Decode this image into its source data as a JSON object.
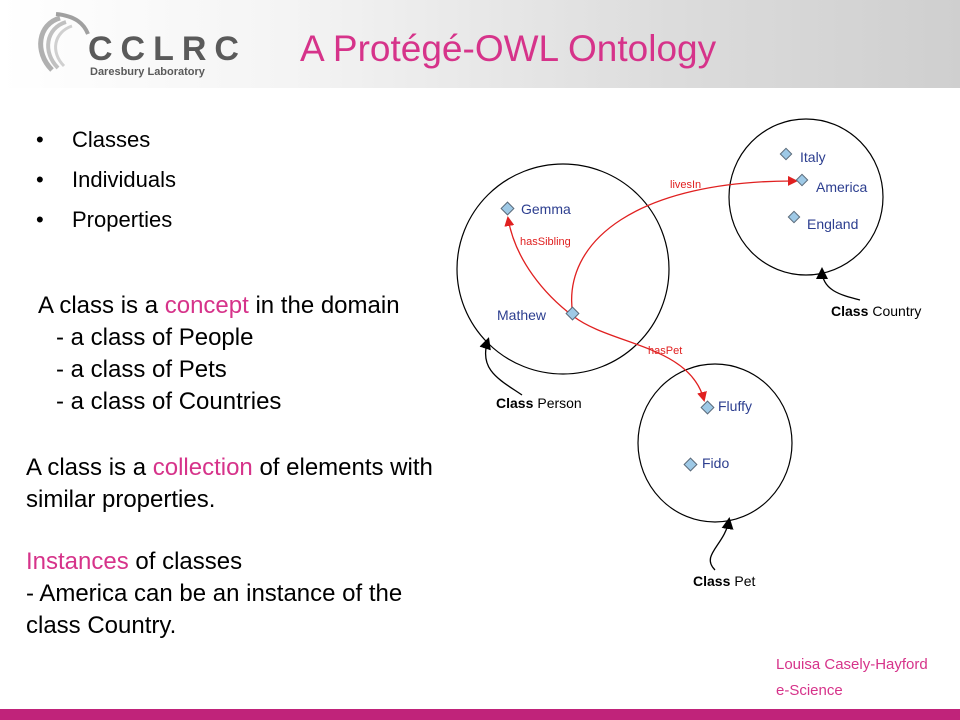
{
  "header": {
    "logo_name": "CCLRC",
    "logo_sub": "Daresbury Laboratory",
    "title": "A Protégé-OWL Ontology"
  },
  "bullets": [
    "Classes",
    "Individuals",
    "Properties"
  ],
  "concept_block": {
    "intro_before": "A class is a ",
    "intro_highlight": "concept",
    "intro_after": " in the domain",
    "items": [
      "- a class of People",
      "- a class of Pets",
      "- a class of Countries"
    ]
  },
  "collection_block": {
    "before": "A class is a ",
    "highlight": "collection",
    "after": " of elements with",
    "line2": "similar properties."
  },
  "instances_block": {
    "highlight": "Instances",
    "after": " of classes",
    "line2": "- America can be an instance of the",
    "line3": "class Country."
  },
  "diagram": {
    "individuals": {
      "gemma": "Gemma",
      "mathew": "Mathew",
      "italy": "Italy",
      "america": "America",
      "england": "England",
      "fluffy": "Fluffy",
      "fido": "Fido"
    },
    "properties": {
      "has_sibling": "hasSibling",
      "lives_in": "livesIn",
      "has_pet": "hasPet"
    },
    "class_word": "Class",
    "classes": {
      "person": "Person",
      "country": "Country",
      "pet": "Pet"
    }
  },
  "footer": {
    "author": "Louisa Casely-Hayford",
    "subtitle": "e-Science"
  },
  "colors": {
    "accent": "#d6338a",
    "individual_text": "#2c3e8f",
    "property_arrow": "#e02020",
    "diamond_fill": "#9ec9e6",
    "footer_bar": "#c0237a"
  }
}
